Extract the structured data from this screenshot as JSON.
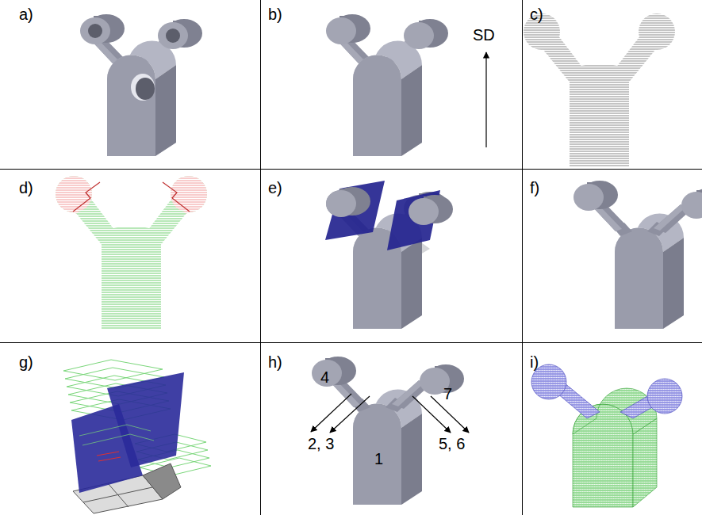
{
  "diagram": {
    "labels": [
      "a)",
      "b)",
      "SD",
      "c)",
      "d)",
      "e)",
      "f)",
      "g)",
      "h)",
      "4",
      "7",
      "2, 3",
      "5, 6",
      "1",
      "i)"
    ]
  }
}
